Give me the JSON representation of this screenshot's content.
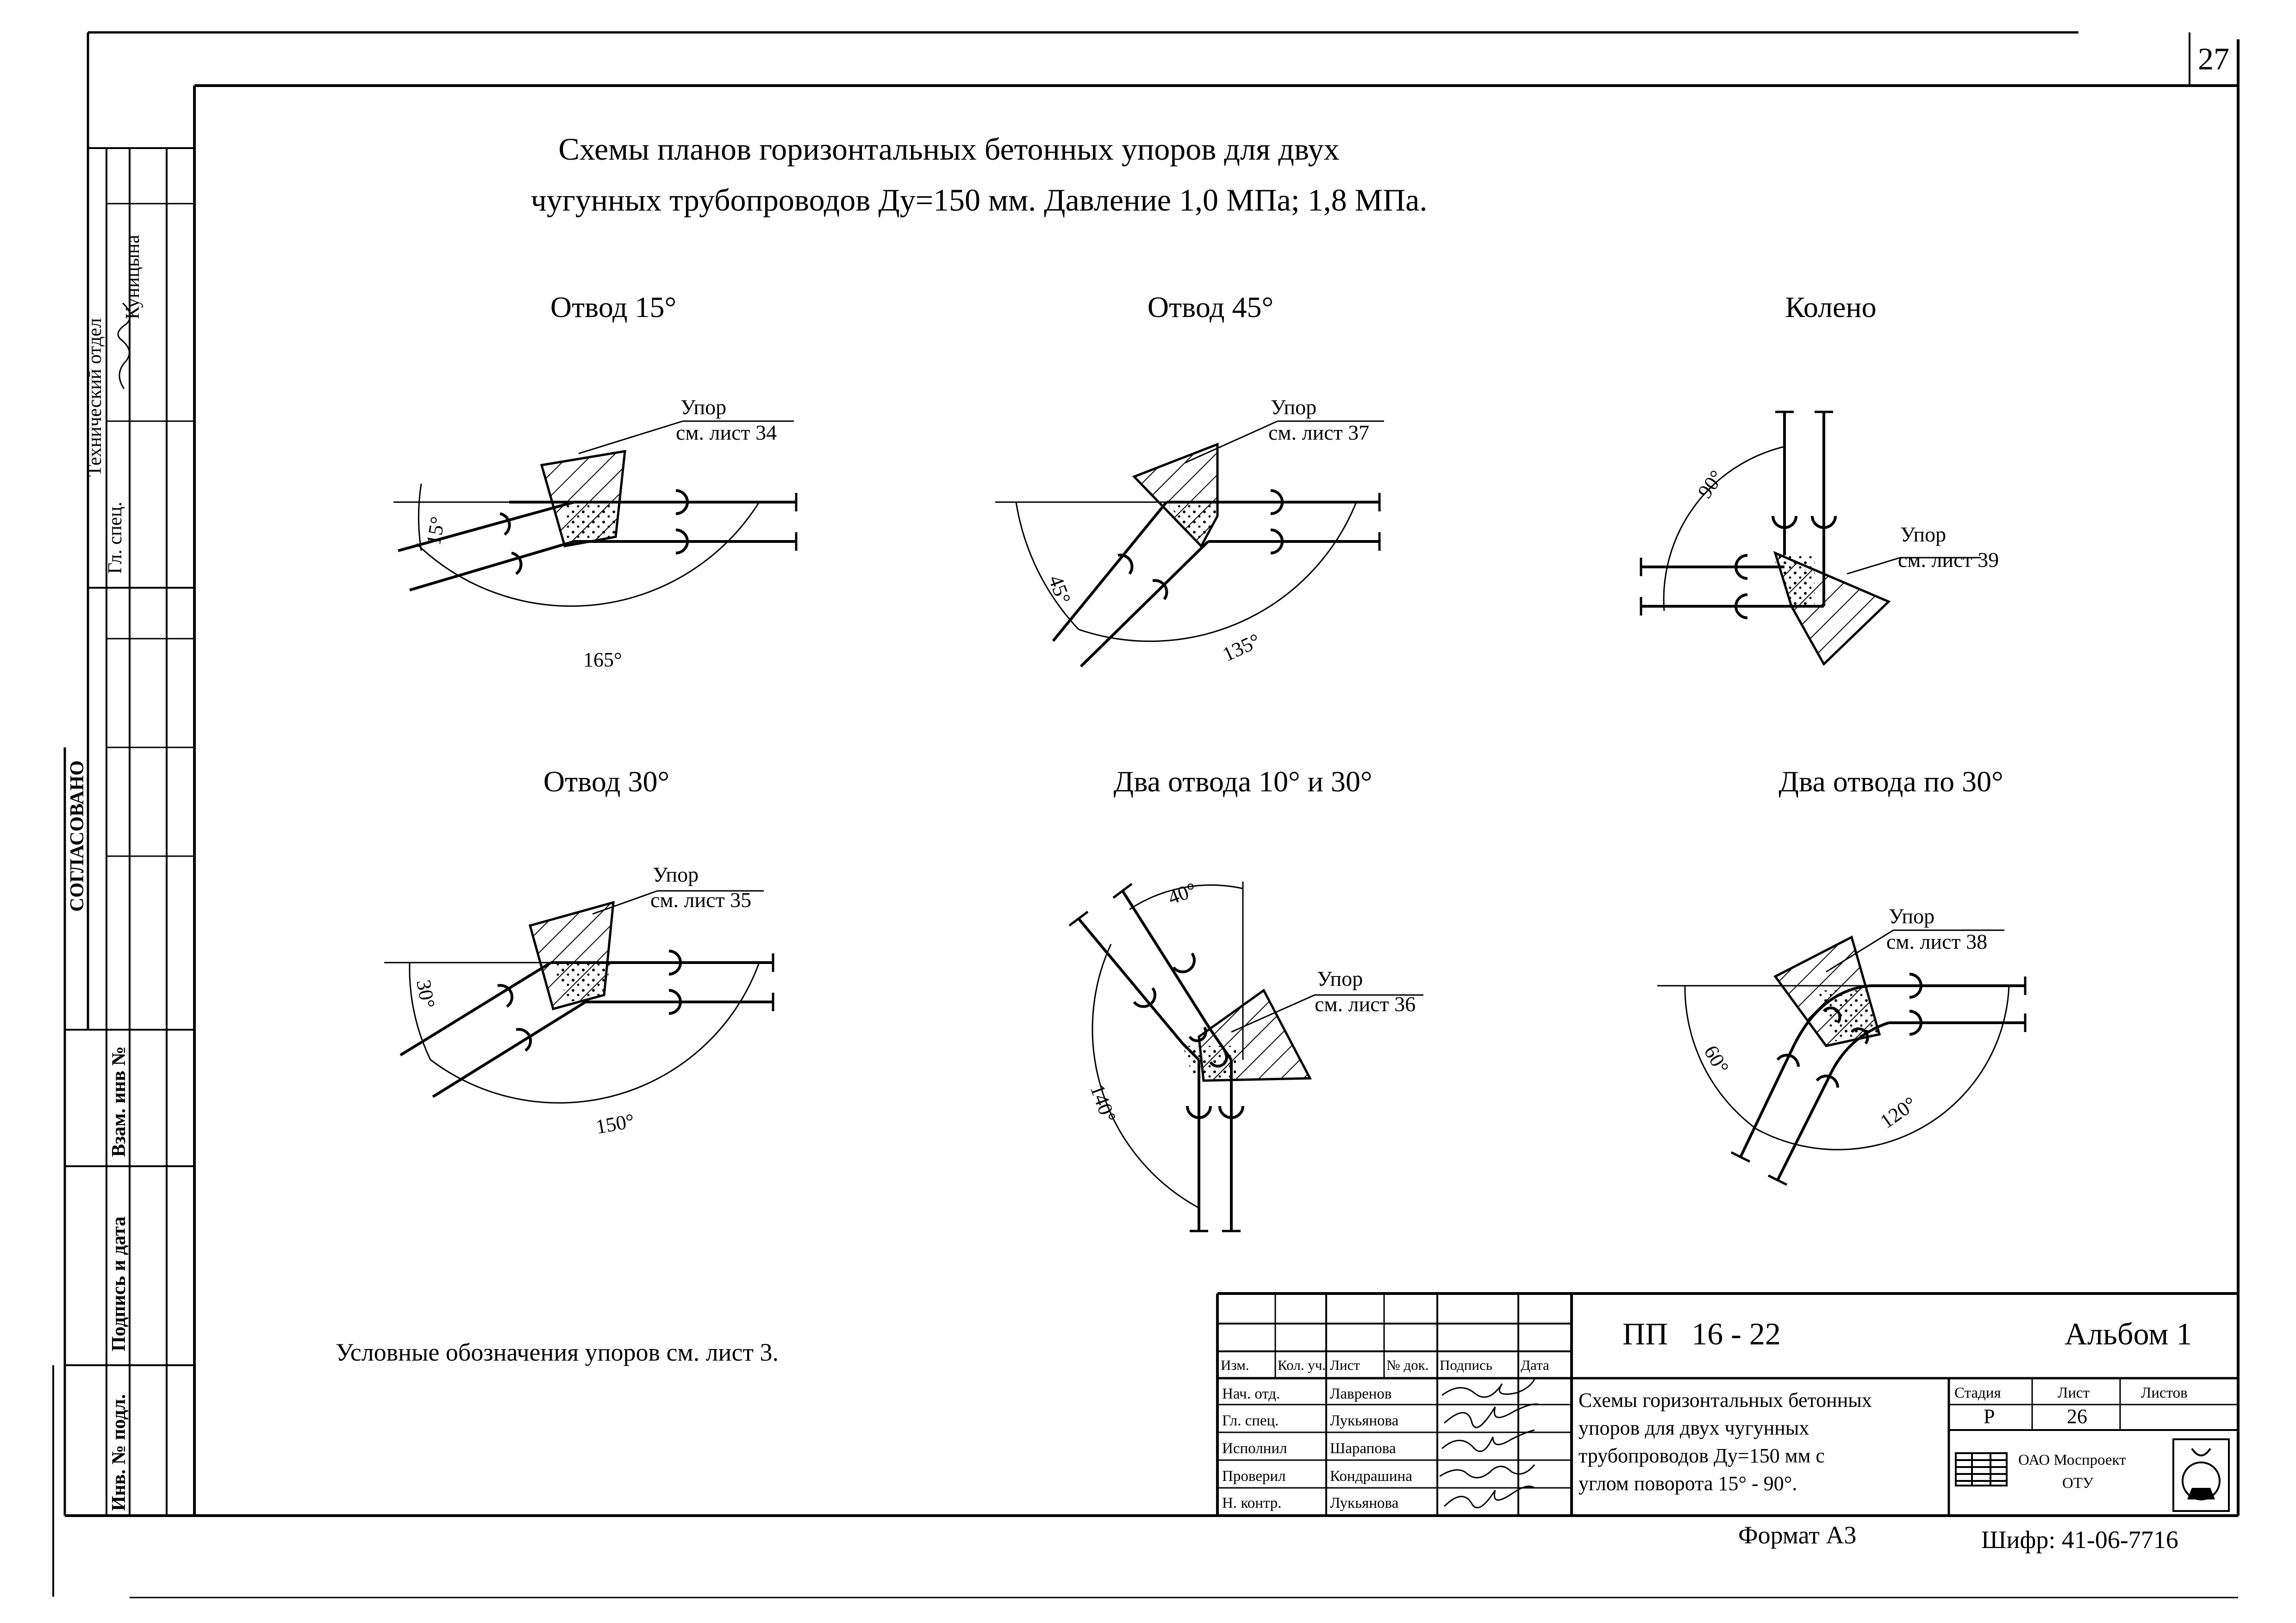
{
  "sheet": {
    "page_number": "27",
    "title_line1": "Схемы планов горизонтальных бетонных упоров для двух",
    "title_line2": "чугунных трубопроводов Ду=150 мм. Давление 1,0 МПа; 1,8 МПа.",
    "note": "Условные обозначения упоров см. лист 3.",
    "format": "Формат А3",
    "cipher": "Шифр: 41-06-7716"
  },
  "left_margin": {
    "department": "Технический отдел",
    "person": "Куницына",
    "role": "Гл. спец.",
    "approved": "СОГЛАСОВАНО",
    "stamp_inv_replace": "Взам. инв №",
    "stamp_sign_date": "Подпись и дата",
    "stamp_inv_orig": "Инв. № подл."
  },
  "schemes": [
    {
      "title": "Отвод 15°",
      "support_label": "Упор",
      "support_sheet": "см. лист 34",
      "angle_small": "15°",
      "angle_large": "165°"
    },
    {
      "title": "Отвод 45°",
      "support_label": "Упор",
      "support_sheet": "см. лист 37",
      "angle_small": "45°",
      "angle_large": "135°"
    },
    {
      "title": "Колено",
      "support_label": "Упор",
      "support_sheet": "см. лист 39",
      "angle_small": "90°"
    },
    {
      "title": "Отвод 30°",
      "support_label": "Упор",
      "support_sheet": "см. лист 35",
      "angle_small": "30°",
      "angle_large": "150°"
    },
    {
      "title": "Два отвода 10° и 30°",
      "support_label": "Упор",
      "support_sheet": "см. лист 36",
      "angle_small": "40°",
      "angle_large": "140°"
    },
    {
      "title": "Два отвода по 30°",
      "support_label": "Упор",
      "support_sheet": "см. лист 38",
      "angle_small": "60°",
      "angle_large": "120°"
    }
  ],
  "title_block": {
    "doc_code": "ПП   16 - 22",
    "album": "Альбом 1",
    "headers": [
      "Изм.",
      "Кол. уч.",
      "Лист",
      "№ док.",
      "Подпись",
      "Дата"
    ],
    "staff": [
      {
        "role": "Нач. отд.",
        "name": "Лавренов"
      },
      {
        "role": "Гл. спец.",
        "name": "Лукьянова"
      },
      {
        "role": "Исполнил",
        "name": "Шарапова"
      },
      {
        "role": "Проверил",
        "name": "Кондрашина"
      },
      {
        "role": "Н. контр.",
        "name": "Лукьянова"
      }
    ],
    "description": [
      "Схемы горизонтальных бетонных",
      "упоров для двух чугунных",
      "трубопроводов Ду=150 мм с",
      "углом поворота 15° - 90°."
    ],
    "stage_header": "Стадия",
    "sheet_header": "Лист",
    "sheets_header": "Листов",
    "stage": "Р",
    "sheet_no": "26",
    "org_line1": "ОАО Моспроект",
    "org_line2": "ОТУ"
  }
}
